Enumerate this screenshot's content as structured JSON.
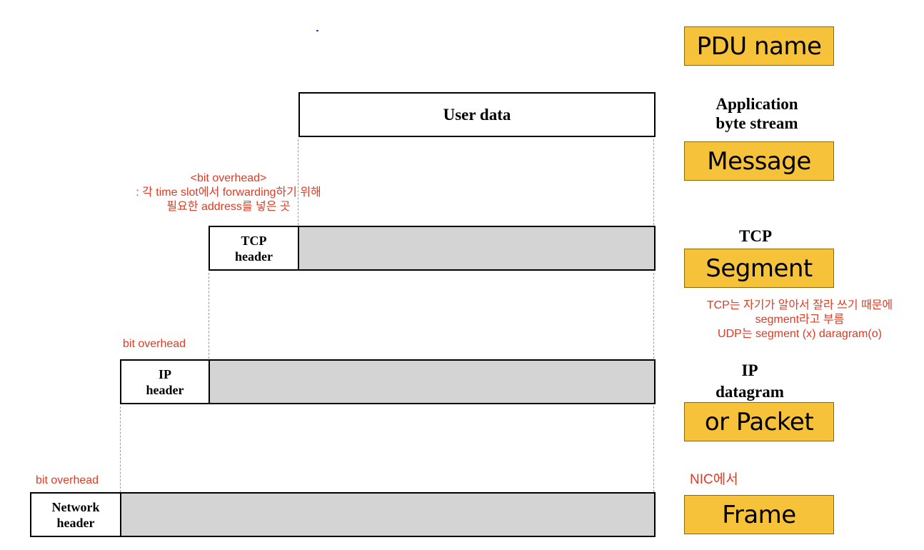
{
  "pdu_heading": "PDU name",
  "layers": {
    "app": {
      "label_line1": "Application",
      "label_line2": "byte stream",
      "pdu": "Message",
      "box_text": "User data"
    },
    "tcp": {
      "header_line1": "TCP",
      "header_line2": "header",
      "label": "TCP",
      "pdu": "Segment"
    },
    "ip": {
      "header_line1": "IP",
      "header_line2": "header",
      "label_line1": "IP",
      "label_line2": "datagram",
      "pdu": "or Packet"
    },
    "net": {
      "header_line1": "Network",
      "header_line2": "header",
      "pdu": "Frame"
    }
  },
  "annotations": {
    "bit_overhead_title": "<bit overhead>",
    "bit_overhead_line2": ": 각 time slot에서 forwarding하기 위해",
    "bit_overhead_line3": "필요한 address를 넣은 곳",
    "ip_bit_overhead": "bit overhead",
    "net_bit_overhead": "bit overhead",
    "segment_note_line1": "TCP는 자기가 알아서 잘라 쓰기 때문에",
    "segment_note_line2": "segment라고 부름",
    "segment_note_line3": "UDP는 segment (x) daragram(o)",
    "nic_note": "NIC에서"
  },
  "colors": {
    "pdu_fill": "#f5c23a",
    "annotation": "#e03a22",
    "payload_fill": "#d4d4d4"
  }
}
